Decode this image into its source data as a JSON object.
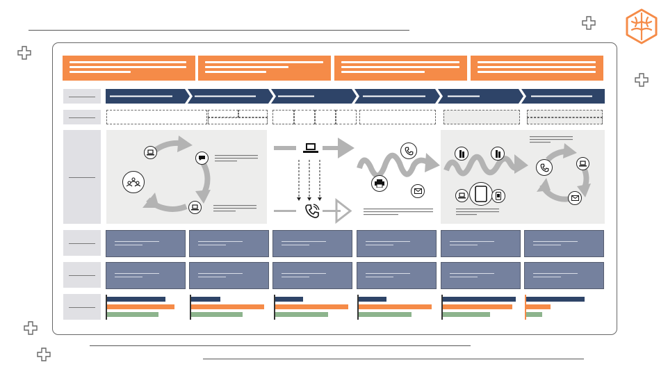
{
  "colors": {
    "orange": "#F58B48",
    "navy": "#2E4468",
    "slate": "#75819E",
    "green": "#8DB48D",
    "arrow_gray": "#b3b3b3",
    "panel_bg": "#ededec"
  },
  "logo": {
    "icon": "hex-brain-logo-icon"
  },
  "stages": [
    {
      "key": "stage-1",
      "panel_icons": [
        "laptop-icon",
        "chat-icon",
        "group-icon",
        "laptop-icon"
      ]
    },
    {
      "key": "stage-2",
      "panel_icons": [
        "laptop-icon",
        "phone-icon"
      ]
    },
    {
      "key": "stage-3",
      "panel_icons": [
        "phone-icon",
        "printer-icon",
        "mail-icon"
      ]
    },
    {
      "key": "stage-4",
      "panel_icons": [
        "smartphone-icon",
        "smartphone-icon",
        "laptop-icon",
        "tablet-icon",
        "mobile-icon"
      ]
    },
    {
      "key": "stage-5",
      "panel_icons": [
        "phone-icon",
        "laptop-icon",
        "mail-icon"
      ]
    }
  ],
  "channel_bars": [
    {
      "navy": 0.8,
      "orange": 0.92,
      "green": 0.7
    },
    {
      "navy": 0.4,
      "orange": 1.0,
      "green": 0.7
    },
    {
      "navy": 0.38,
      "orange": 1.0,
      "green": 0.72
    },
    {
      "navy": 0.38,
      "orange": 1.0,
      "green": 0.72
    },
    {
      "navy": 1.0,
      "orange": 0.95,
      "green": 0.65
    },
    {
      "navy": 0.8,
      "orange": 0.33,
      "green": 0.22
    }
  ]
}
